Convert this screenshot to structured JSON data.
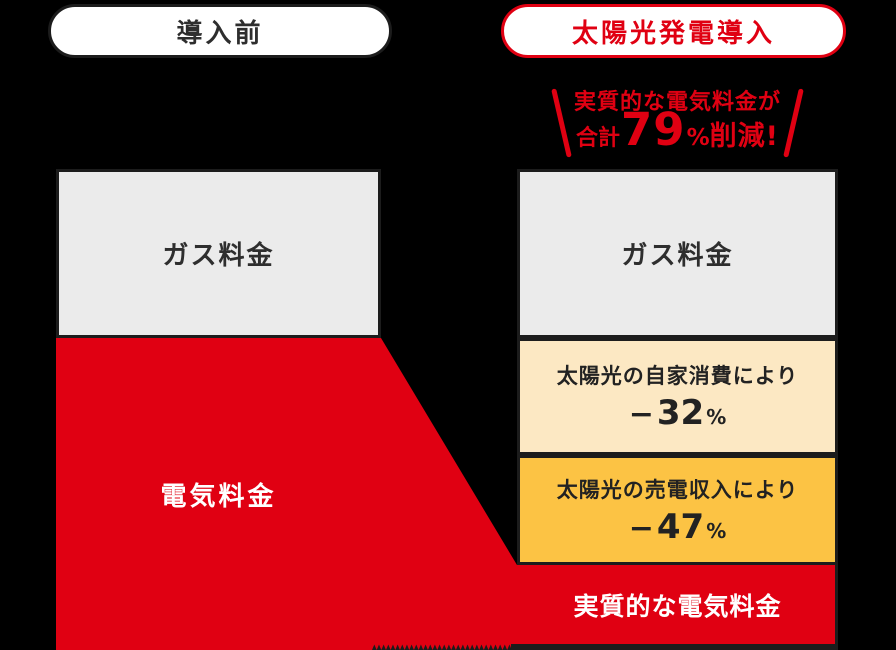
{
  "colors": {
    "background": "#000000",
    "red": "#e00012",
    "gray_box": "#ebebeb",
    "light_yellow_box": "#fce8c3",
    "orange_box": "#fcc344",
    "ink": "#1c1c1c",
    "white": "#ffffff"
  },
  "before": {
    "badge": "導入前",
    "gas_label": "ガス料金",
    "electric_label": "電気料金"
  },
  "after": {
    "badge": "太陽光発電導入",
    "callout": {
      "line1": "実質的な電気料金が",
      "prefix": "合計",
      "value": "79",
      "unit": "%",
      "suffix": "削減!"
    },
    "gas_label": "ガス料金",
    "self_consumption": {
      "label": "太陽光の自家消費により",
      "minus": "−",
      "value": "32",
      "unit": "%"
    },
    "sell_income": {
      "label": "太陽光の売電収入により",
      "minus": "−",
      "value": "47",
      "unit": "%"
    },
    "net_label": "実質的な電気料金"
  },
  "chart_data": {
    "type": "bar",
    "subtype": "stacked-comparison-infographic",
    "title": "実質的な電気料金が合計79%削減!",
    "categories": [
      "導入前",
      "太陽光発電導入"
    ],
    "stacks": {
      "導入前": [
        {
          "label": "ガス料金",
          "color": "#ebebeb"
        },
        {
          "label": "電気料金",
          "color": "#e00012",
          "bottom_cut_off": true
        }
      ],
      "太陽光発電導入": [
        {
          "label": "ガス料金",
          "color": "#ebebeb"
        },
        {
          "label": "太陽光の自家消費により",
          "delta_pct": -32,
          "color": "#fce8c3"
        },
        {
          "label": "太陽光の売電収入により",
          "delta_pct": -47,
          "color": "#fcc344"
        },
        {
          "label": "実質的な電気料金",
          "color": "#e00012"
        }
      ]
    },
    "total_reduction_pct": 79,
    "annotation": "実質的な電気料金が合計79%削減!",
    "legend_position": "none",
    "grid": false
  }
}
